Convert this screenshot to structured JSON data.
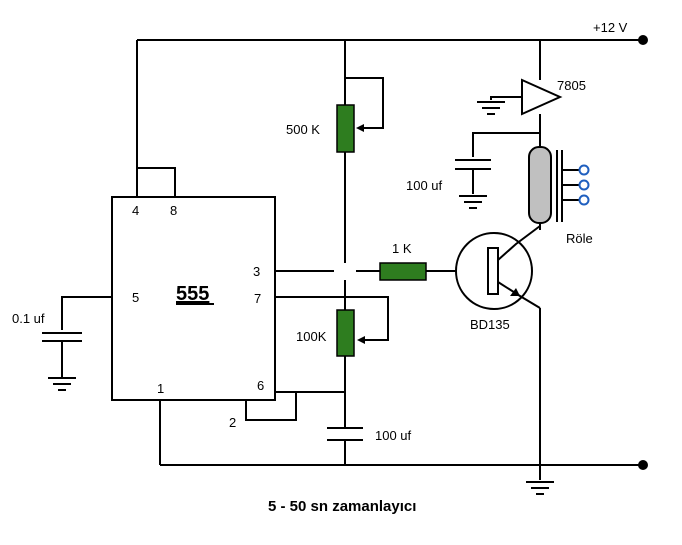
{
  "supply_label": "+12 V",
  "regulator_label": "7805",
  "pot_top_label": "500 K",
  "cap_reg_label": "100 uf",
  "relay_label": "Röle",
  "base_res_label": "1 K",
  "transistor_label": "BD135",
  "pot_bottom_label": "100K",
  "cap_timing_label": "100 uf",
  "cap_ctrl_label": "0.1 uf",
  "ic_label": "555",
  "pins": {
    "p4": "4",
    "p8": "8",
    "p5": "5",
    "p3": "3",
    "p7": "7",
    "p1": "1",
    "p6": "6",
    "p2": "2"
  },
  "caption": "5 - 50 sn  zamanlayıcı",
  "colors": {
    "resistor": "#2e7d1f",
    "relay_coil": "#c0c0c0",
    "contacts": "#1f5fbf"
  }
}
